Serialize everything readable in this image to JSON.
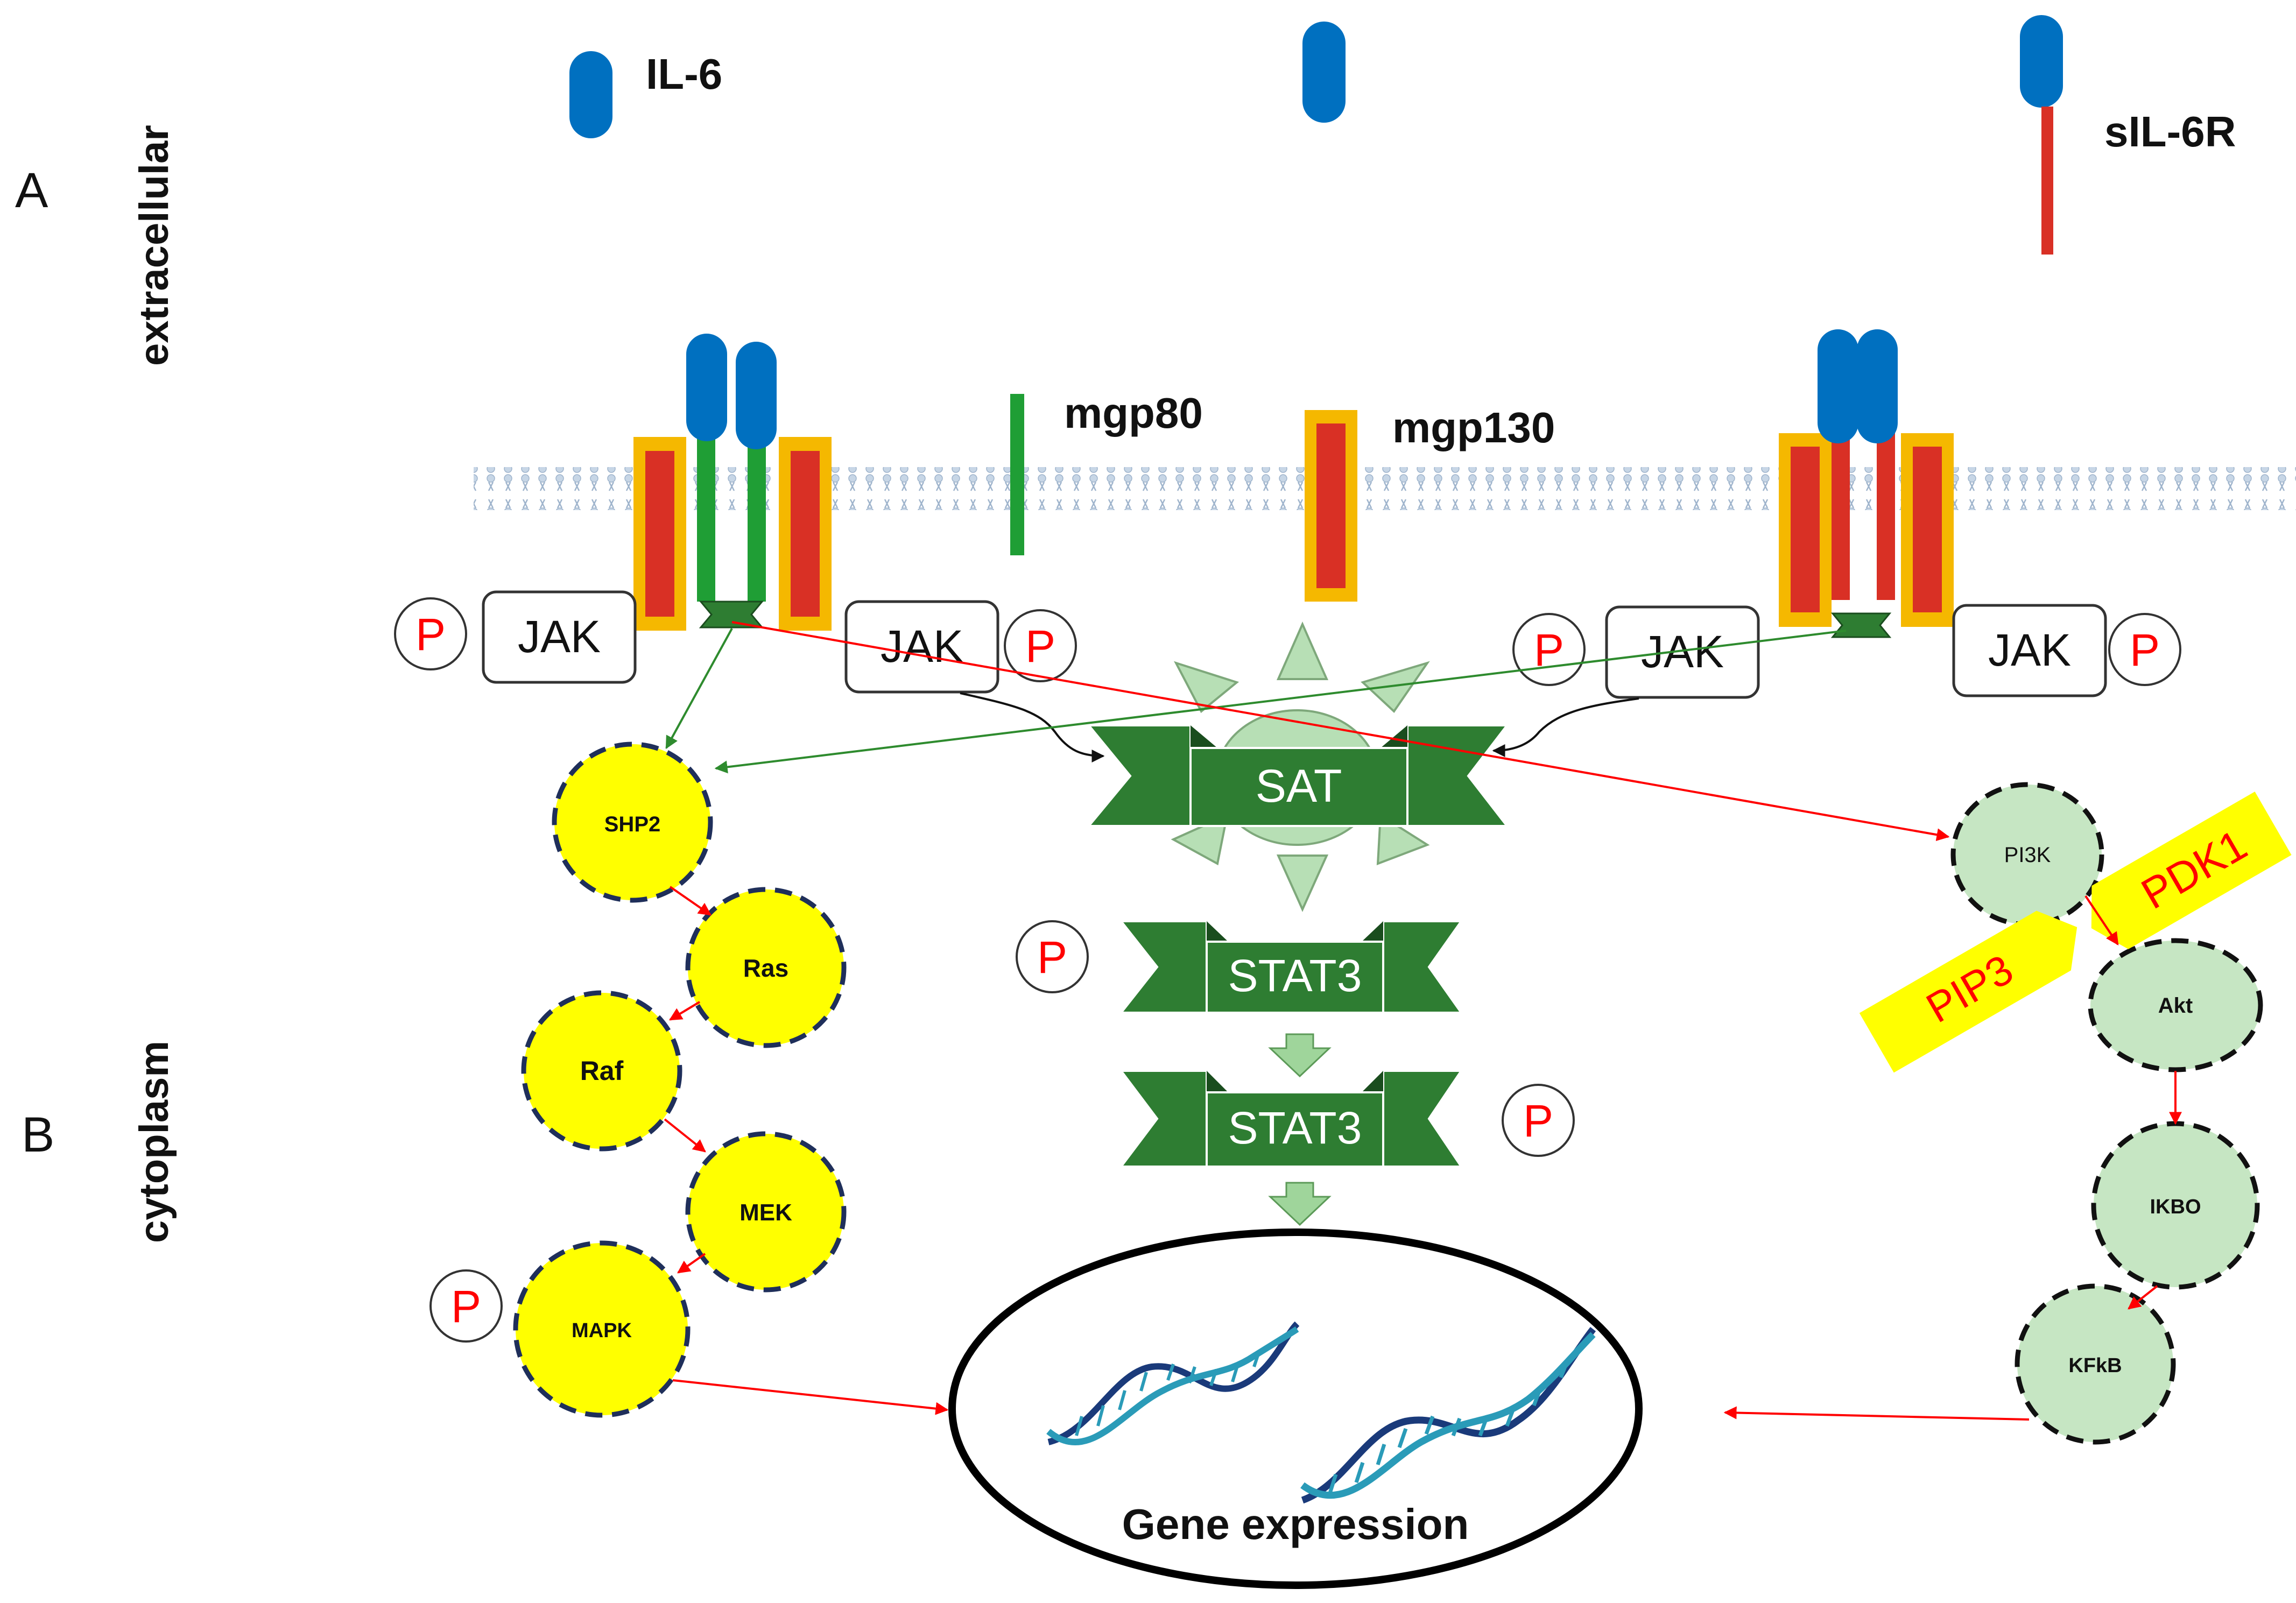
{
  "section_labels": {
    "a": "A",
    "b": "B"
  },
  "compartments": {
    "extracellular": "extracellular",
    "cytoplasm": "cytoplasm"
  },
  "ligands": {
    "il6": "IL-6",
    "sil6r": "sIL-6R"
  },
  "membrane_proteins": {
    "mgp80": "mgp80",
    "mgp130": "mgp130"
  },
  "kinases": {
    "jak1": "JAK",
    "jak2": "JAK",
    "jak3": "JAK",
    "jak4": "JAK"
  },
  "phospho": {
    "p_jak1": "P",
    "p_jak2": "P",
    "p_jak3": "P",
    "p_jak4": "P",
    "p_stat3_top": "P",
    "p_stat3_bottom": "P",
    "p_mapk": "P"
  },
  "central_pathway": {
    "sat": "SAT",
    "stat3_top": "STAT3",
    "stat3_bottom": "STAT3"
  },
  "mapk_pathway": {
    "shp2": "SHP2",
    "ras": "Ras",
    "raf": "Raf",
    "mek": "MEK",
    "mapk": "MAPK"
  },
  "pi3k_pathway": {
    "pi3k": "PI3K",
    "akt": "Akt",
    "ikbo": "IKBO",
    "kfkb": "KFkB",
    "pdk1": "PDK1",
    "pip3": "PIP3"
  },
  "nucleus": {
    "label": "Gene expression"
  },
  "colors": {
    "ligand_blue": "#0070c0",
    "gp80_green": "#1f9e35",
    "gp130_red": "#d93025",
    "gp130_orange": "#f5b800",
    "stat_green": "#2e7d32",
    "star_light_green": "#b7dfb5",
    "mapk_yellow": "#ffff00",
    "pi3k_green": "#c6e6c3",
    "arrow_red": "#ff0000",
    "arrow_green": "#2e8b2e"
  }
}
